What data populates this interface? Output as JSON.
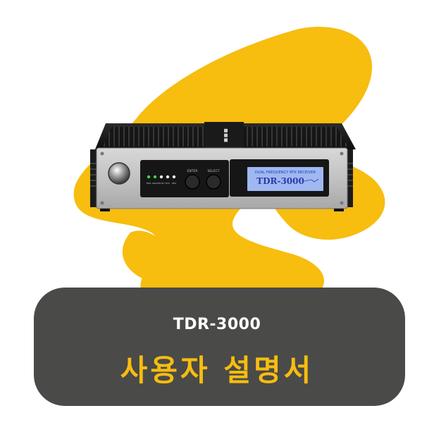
{
  "colors": {
    "brush": "#f7bd0f",
    "caption_bg": "#4a4a48",
    "caption_text": "#ffffff",
    "title_text": "#f7bd0f",
    "lcd": "#9fb8f2"
  },
  "device": {
    "leds": [
      "PWR",
      "GNSS",
      "PD/SH",
      "RTK",
      "REG"
    ],
    "buttons": {
      "enter": "ENTER",
      "select": "SELECT"
    },
    "lcd": {
      "line1": "DUAL FREQUENCY RTK RECEIVER",
      "line2": "TDR-3000"
    }
  },
  "caption": {
    "product": "TDR-3000",
    "title": "사용자 설명서"
  }
}
